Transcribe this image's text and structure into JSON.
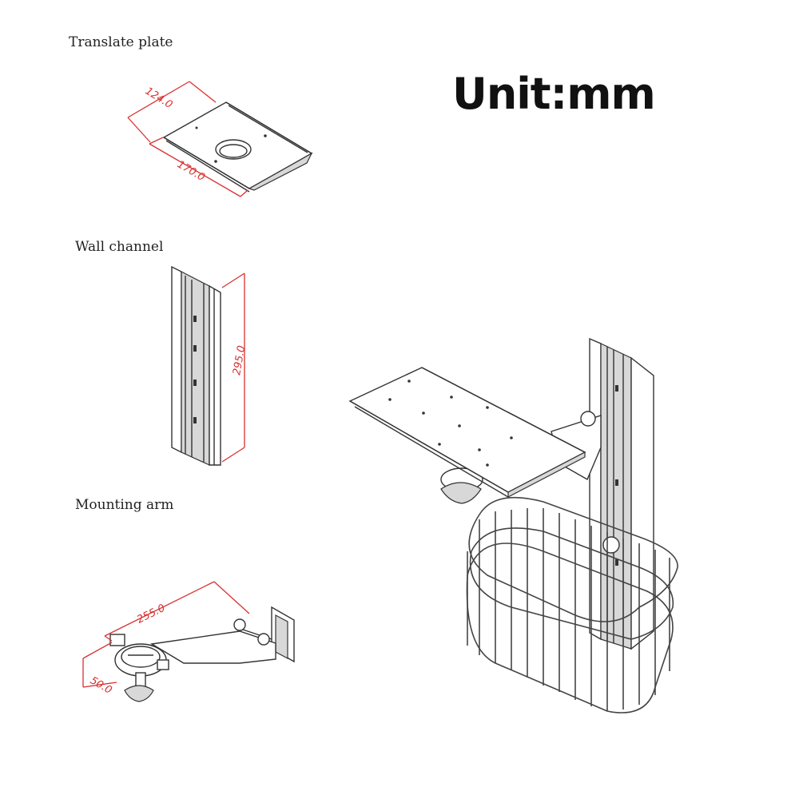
{
  "labels": {
    "translate_plate": "Translate plate",
    "wall_channel": "Wall channel",
    "mounting_arm": "Mounting arm",
    "unit": "Unit:mm"
  },
  "dimensions": {
    "plate_depth": "124.0",
    "plate_width": "170.0",
    "channel_height": "295.0",
    "arm_length": "255.0",
    "arm_diameter": "50.0"
  },
  "colors": {
    "dimension": "#d83030",
    "line": "#333333"
  }
}
